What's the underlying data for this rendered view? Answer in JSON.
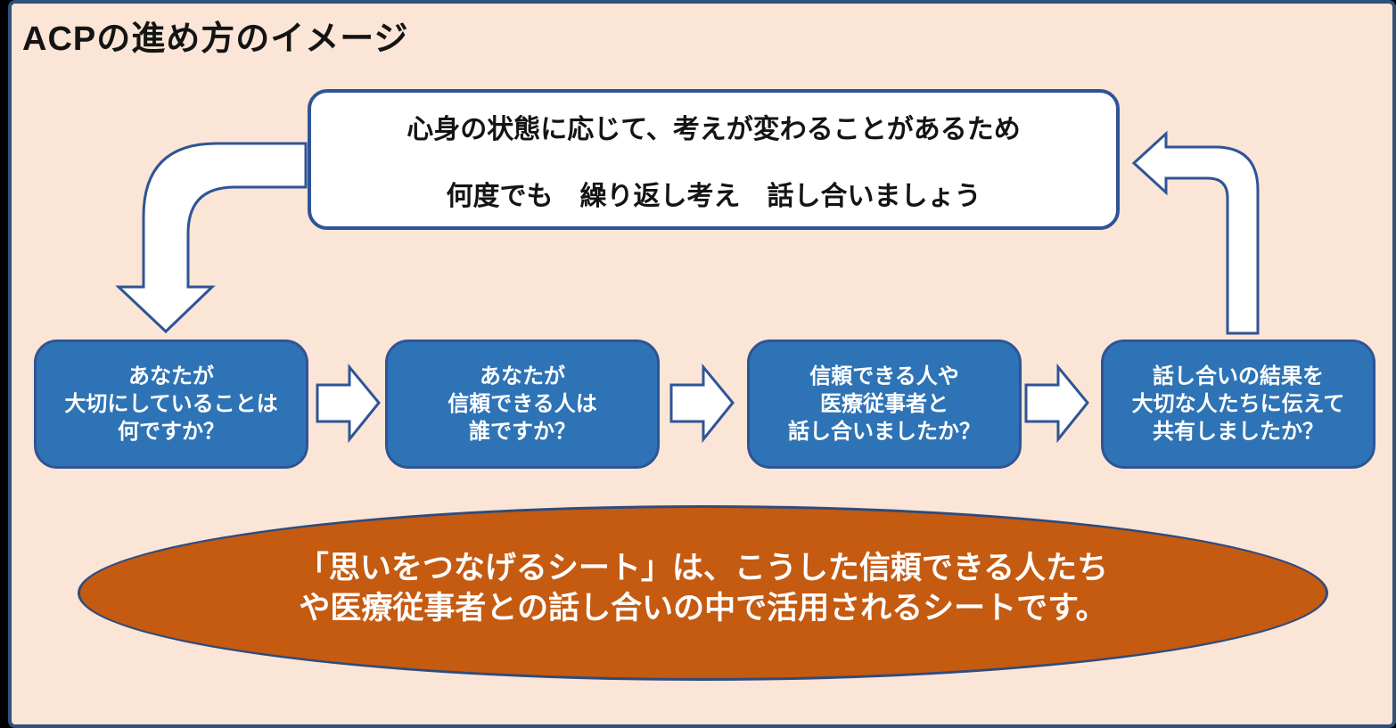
{
  "title": "ACPの進め方のイメージ",
  "cycle_note": {
    "line1": "心身の状態に応じて、考えが変わることがあるため",
    "line2": "何度でも　繰り返し考え　話し合いましょう"
  },
  "steps": [
    {
      "lines": [
        "あなたが",
        "大切にしていることは",
        "何ですか？"
      ]
    },
    {
      "lines": [
        "あなたが",
        "信頼できる人は",
        "誰ですか？"
      ]
    },
    {
      "lines": [
        "信頼できる人や",
        "医療従事者と",
        "話し合いましたか？"
      ]
    },
    {
      "lines": [
        "話し合いの結果を",
        "大切な人たちに伝えて",
        "共有しましたか？"
      ]
    }
  ],
  "summary": {
    "line1": "「思いをつなげるシート」は、こうした信頼できる人たち",
    "line2": "や医療従事者との話し合いの中で活用されるシートです。"
  },
  "icons": {
    "curved_arrow_down": "bent-elbow-arrow-pointing-down",
    "curved_arrow_up": "bent-elbow-arrow-pointing-left",
    "flow_arrow": "block-arrow-pointing-right"
  },
  "colors": {
    "background": "#FBE5D6",
    "outer_border": "#31517E",
    "screen_edge": "#000000",
    "step_fill": "#2E73B5",
    "step_border": "#2F5496",
    "note_fill": "#FFFFFF",
    "note_border": "#2F5496",
    "arrow_fill": "#FFFFFF",
    "summary_fill": "#C55A11",
    "summary_border": "#2F4B7C",
    "title_text": "#141414",
    "step_text": "#FFFFFF",
    "summary_text": "#FFFFFF"
  }
}
